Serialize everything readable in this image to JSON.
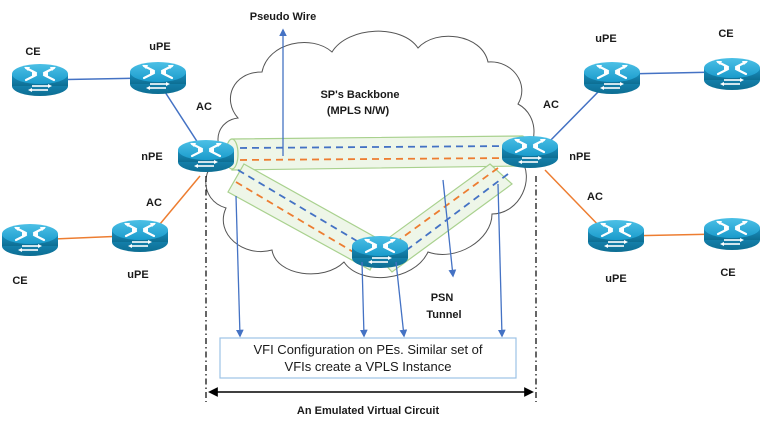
{
  "labels": {
    "pseudo_wire": "Pseudo Wire",
    "backbone_line1": "SP's Backbone",
    "backbone_line2": "(MPLS N/W)",
    "psn_line1": "PSN",
    "psn_line2": "Tunnel",
    "vfi_line1": "VFI Configuration on PEs. Similar set of",
    "vfi_line2": "VFIs create a VPLS Instance",
    "emulated": "An Emulated Virtual Circuit"
  },
  "nodes": {
    "ce_top_left": "CE",
    "upe_top_left": "uPE",
    "ac_left_top": "AC",
    "npe_left": "nPE",
    "ac_left_bottom": "AC",
    "ce_bottom_left": "CE",
    "upe_bottom_left": "uPE",
    "upe_top_right": "uPE",
    "ce_top_right": "CE",
    "ac_right_top": "AC",
    "npe_right": "nPE",
    "ac_right_bottom": "AC",
    "upe_bottom_right": "uPE",
    "ce_bottom_right": "CE"
  },
  "colors": {
    "router_fill": "#1a9bcc",
    "router_dark": "#0d6e93",
    "link_blue": "#4472c4",
    "link_orange": "#ed7d31",
    "tunnel_green": "#a9d18e",
    "tunnel_fill": "#eef6e8",
    "box_border": "#9dc3e6"
  }
}
